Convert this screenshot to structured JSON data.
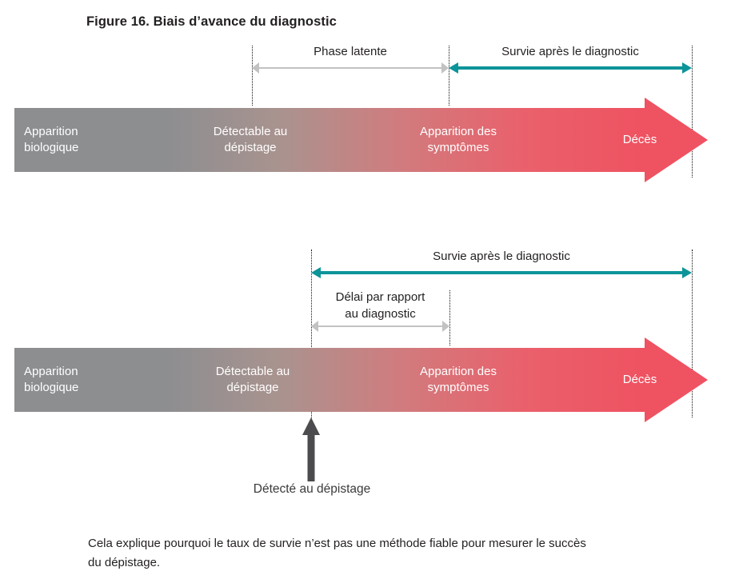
{
  "figure": {
    "title": "Figure 16. Biais d’avance du diagnostic",
    "caption": "Cela explique pourquoi le taux de survie n’est pas une méthode fiable pour mesurer le succès du dépistage."
  },
  "colors": {
    "teal": "#0d9499",
    "gray_arrow": "#c2c2c2",
    "bar_start": "#8d8e90",
    "bar_end": "#ef5261",
    "pointer": "#4c4c4e",
    "text": "#231f20"
  },
  "panel1": {
    "measures": [
      {
        "label": "Phase latente",
        "style": "gray"
      },
      {
        "label": "Survie après le diagnostic",
        "style": "teal"
      }
    ],
    "bar_labels": [
      "Apparition\nbiologique",
      "Détectable au\ndépistage",
      "Apparition des\nsymptômes",
      "Décès"
    ],
    "bar_label_1_line1": "Apparition",
    "bar_label_1_line2": "biologique",
    "bar_label_2_line1": "Détectable au",
    "bar_label_2_line2": "dépistage",
    "bar_label_3_line1": "Apparition des",
    "bar_label_3_line2": "symptômes",
    "bar_label_4": "Décès"
  },
  "panel2": {
    "measures": [
      {
        "label": "Survie après le diagnostic",
        "style": "teal"
      },
      {
        "label": "Délai par rapport\nau diagnostic",
        "style": "gray"
      }
    ],
    "measure_survival_label": "Survie après le diagnostic",
    "measure_delay_line1": "Délai par rapport",
    "measure_delay_line2": "au diagnostic",
    "bar_label_1_line1": "Apparition",
    "bar_label_1_line2": "biologique",
    "bar_label_2_line1": "Détectable au",
    "bar_label_2_line2": "dépistage",
    "bar_label_3_line1": "Apparition des",
    "bar_label_3_line2": "symptômes",
    "bar_label_4": "Décès",
    "pointer_label": "Détecté au dépistage"
  }
}
